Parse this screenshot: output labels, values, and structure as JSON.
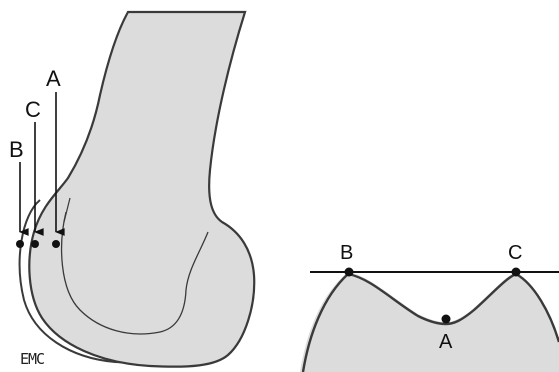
{
  "left_figure": {
    "labels": {
      "a": "A",
      "b": "B",
      "c": "C"
    },
    "watermark": "EMC"
  },
  "right_figure": {
    "labels": {
      "a": "A",
      "b": "B",
      "c": "C"
    }
  },
  "colors": {
    "outline": "#3a3a3a",
    "fill": "#dcdcdc",
    "background": "#ffffff",
    "ink": "#111111"
  }
}
